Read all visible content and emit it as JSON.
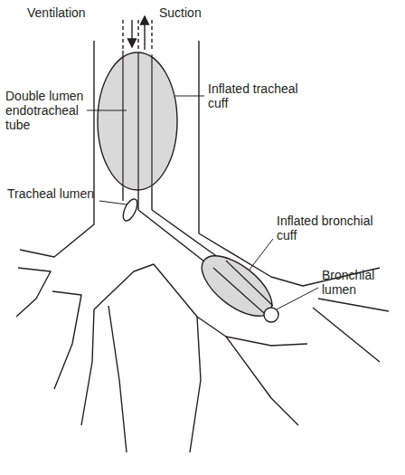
{
  "diagram": {
    "labels": [
      "Ventilation",
      "Suction",
      "Double lumen endotracheal tube",
      "Inflated tracheal cuff",
      "Tracheal lumen",
      "Inflated bronchial cuff",
      "Bronchial lumen"
    ]
  }
}
